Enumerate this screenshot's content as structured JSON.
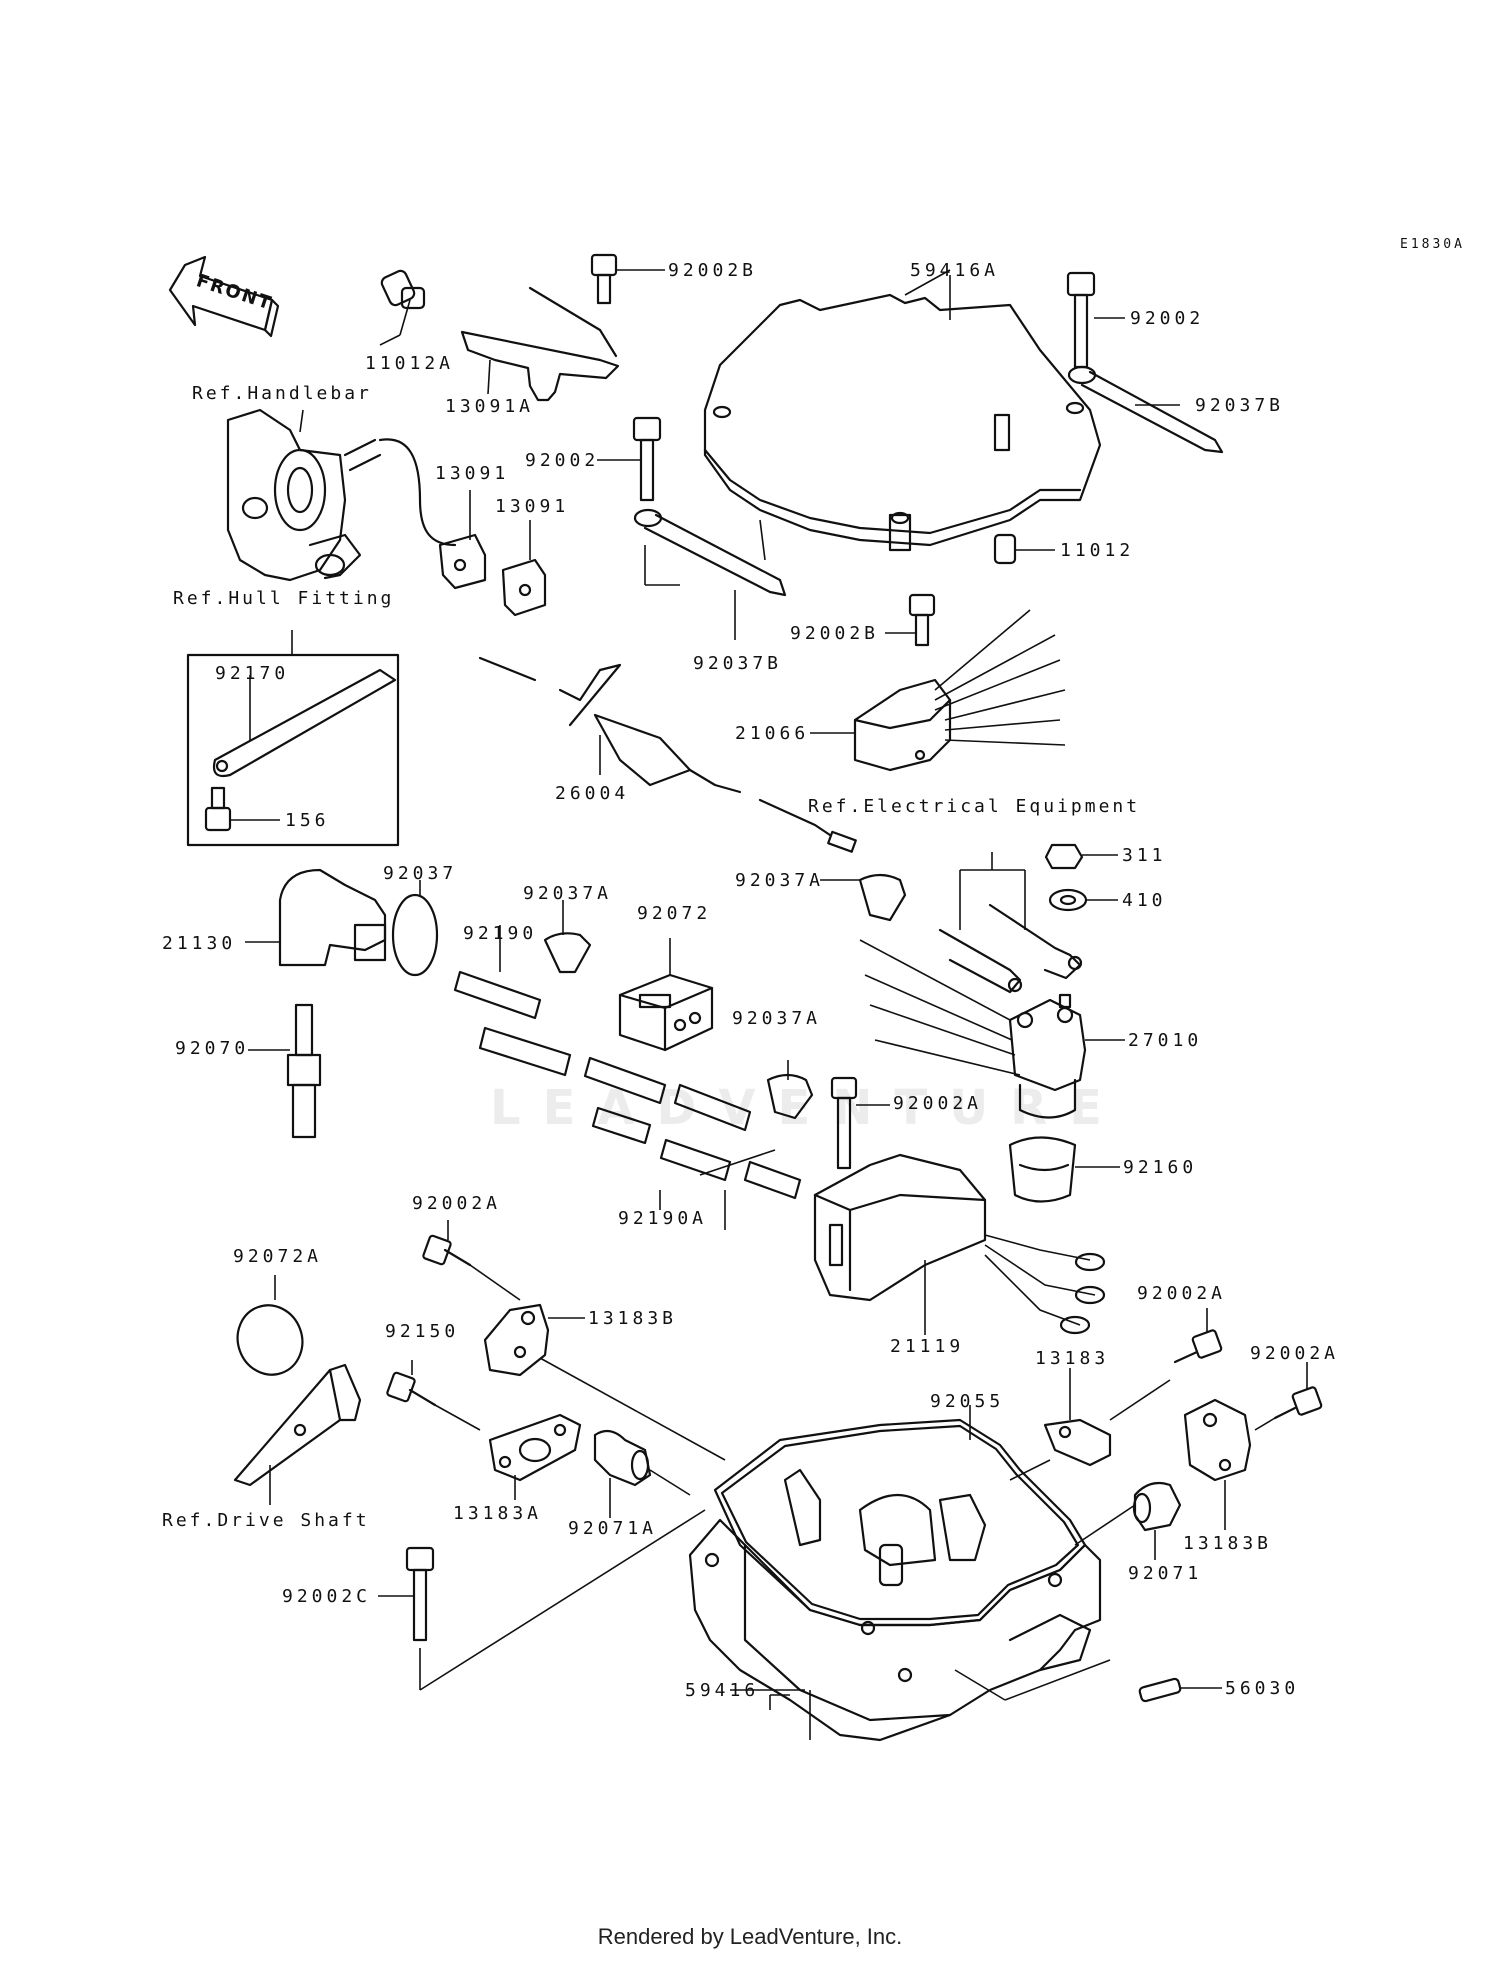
{
  "diagram_code": "E1830A",
  "front_label": "FRONT",
  "refs": {
    "handlebar": "Ref.Handlebar",
    "hull_fitting": "Ref.Hull Fitting",
    "electrical_equipment": "Ref.Electrical Equipment",
    "drive_shaft": "Ref.Drive Shaft"
  },
  "watermark": "LEADVENTURE",
  "footer": "Rendered by LeadVenture, Inc.",
  "parts": {
    "p11012a": "11012A",
    "p13091a": "13091A",
    "p92002b_top": "92002B",
    "p59416a": "59416A",
    "p92002_right": "92002",
    "p92037b_right": "92037B",
    "p13091_a": "13091",
    "p13091_b": "13091",
    "p92002_mid": "92002",
    "p11012": "11012",
    "p92037b_mid": "92037B",
    "p92002b_mid": "92002B",
    "p92170": "92170",
    "p21066": "21066",
    "p156": "156",
    "p26004": "26004",
    "p92037": "92037",
    "p92037a_left": "92037A",
    "p92037a_top": "92037A",
    "p311": "311",
    "p92072": "92072",
    "p410": "410",
    "p21130": "21130",
    "p92190": "92190",
    "p92037a_mid": "92037A",
    "p27010": "27010",
    "p92070": "92070",
    "p92002a_mid": "92002A",
    "p92160": "92160",
    "p92190a": "92190A",
    "p92002a_left": "92002A",
    "p92072a": "92072A",
    "p13183b_left": "13183B",
    "p92150": "92150",
    "p21119": "21119",
    "p92002a_r1": "92002A",
    "p92002a_r2": "92002A",
    "p13183": "13183",
    "p92055": "92055",
    "p13183a": "13183A",
    "p92071a": "92071A",
    "p92071": "92071",
    "p13183b_right": "13183B",
    "p92002c": "92002C",
    "p59416": "59416",
    "p56030": "56030"
  }
}
